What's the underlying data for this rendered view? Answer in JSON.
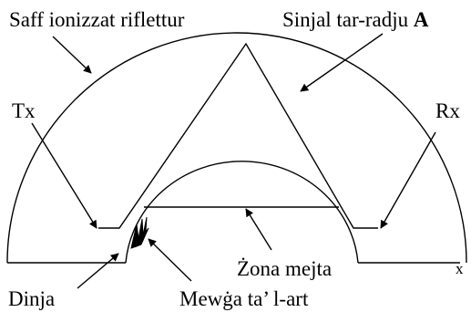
{
  "labels": {
    "ionized_layer": "Saff ionizzat riflettur",
    "radio_signal": "Sinjal tar-radju",
    "radio_signal_letter": "A",
    "transmitter": "Tx",
    "receiver": "Rx",
    "earth": "Dinja",
    "ground_wave": "Mewġa ta’ l-art",
    "dead_zone": "Żona mejta",
    "edge_x": "x"
  },
  "colors": {
    "stroke": "#000000",
    "background": "#ffffff"
  }
}
